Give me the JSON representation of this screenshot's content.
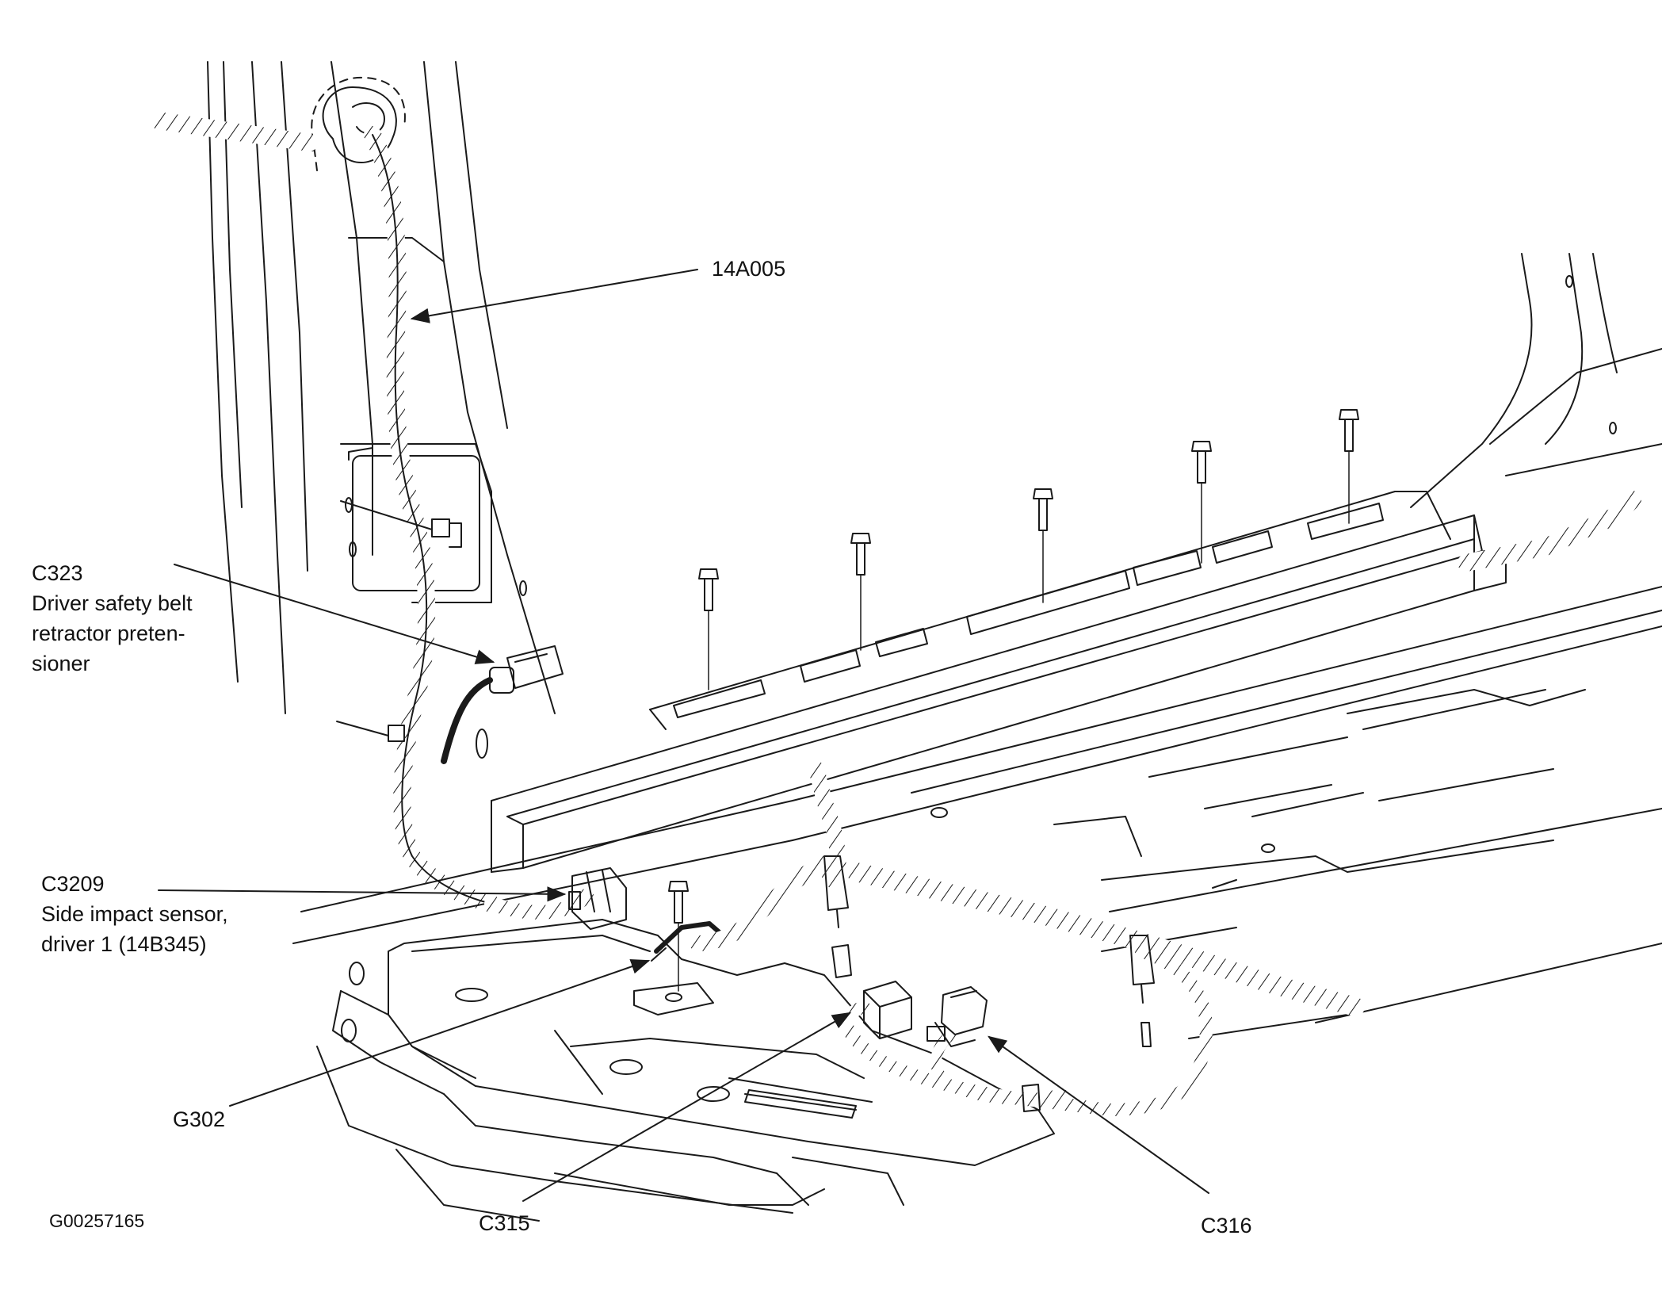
{
  "figure_id": "G00257165",
  "callouts": {
    "harness": {
      "ref": "14A005"
    },
    "c323": {
      "ref": "C323",
      "desc_lines": [
        "Driver safety belt",
        "retractor preten-",
        "sioner"
      ]
    },
    "c3209": {
      "ref": "C3209",
      "desc_lines": [
        "Side impact sensor,",
        "driver 1 (14B345)"
      ]
    },
    "g302": {
      "ref": "G302"
    },
    "c315": {
      "ref": "C315"
    },
    "c316": {
      "ref": "C316"
    }
  },
  "colors": {
    "line": "#1a1a1a",
    "background": "#ffffff"
  }
}
